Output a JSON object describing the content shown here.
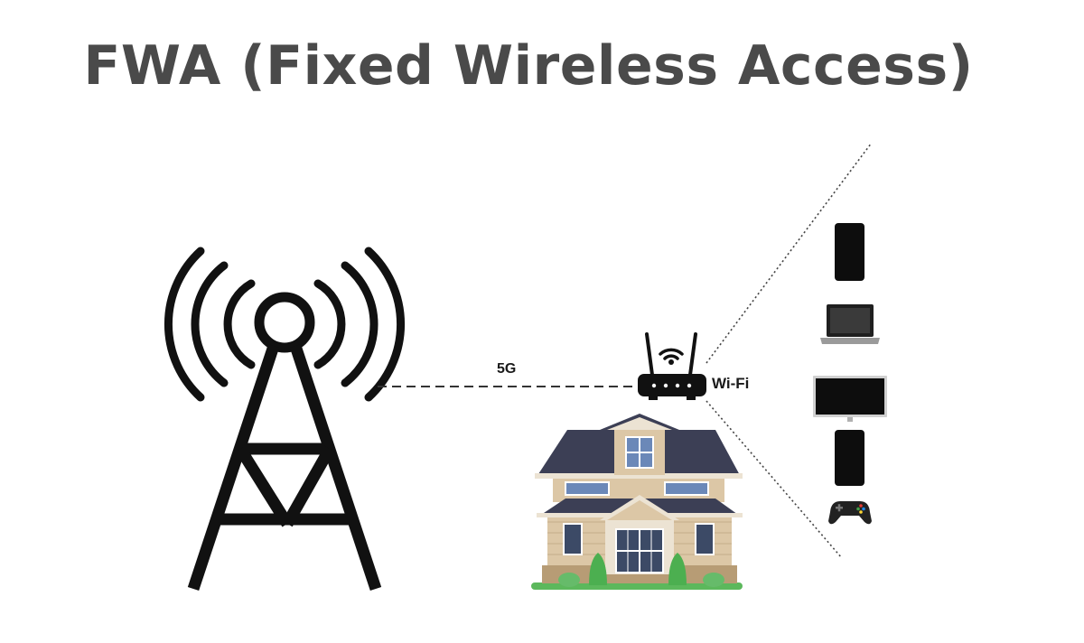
{
  "title": "FWA (Fixed Wireless Access)",
  "links": {
    "cellular_label": "5G",
    "wifi_label": "Wi-Fi"
  },
  "nodes": {
    "tower": "cell-tower-icon",
    "router": "wifi-router-icon",
    "house": "house-icon",
    "devices": [
      "smartphone-icon",
      "laptop-icon",
      "monitor-icon",
      "tablet-icon",
      "gamepad-icon"
    ]
  },
  "colors": {
    "title": "#4a4a4a",
    "roof": "#3c3f55",
    "siding": "#dcc7a6",
    "grass": "#5cb85c",
    "line": "#222222"
  }
}
